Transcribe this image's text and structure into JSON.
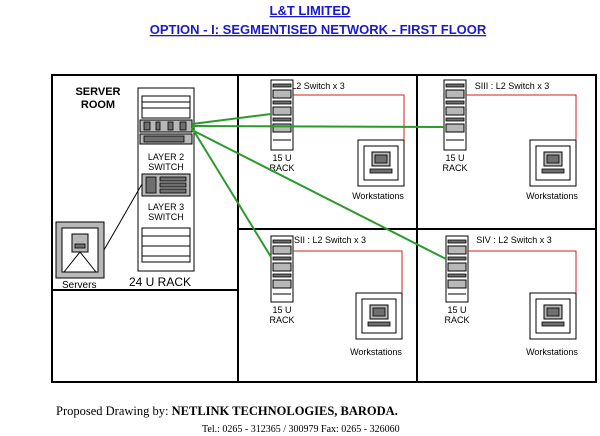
{
  "header": {
    "company": "L&T LIMITED",
    "option_title": "OPTION - I: SEGMENTISED  NETWORK  -  FIRST FLOOR"
  },
  "server_room": {
    "title_line1": "SERVER",
    "title_line2": "ROOM",
    "layer2_line1": "LAYER 2",
    "layer2_line2": "SWITCH",
    "layer3_line1": "LAYER 3",
    "layer3_line2": "SWITCH",
    "rack_label": "24 U RACK",
    "servers_label": "Servers"
  },
  "zones": [
    {
      "switch_label": "SI : L2 Switch x 3",
      "rack_line1": "15 U",
      "rack_line2": "RACK",
      "workstations": "Workstations"
    },
    {
      "switch_label": "SIII : L2 Switch x 3",
      "rack_line1": "15 U",
      "rack_line2": "RACK",
      "workstations": "Workstations"
    },
    {
      "switch_label": "SII : L2 Switch x 3",
      "rack_line1": "15 U",
      "rack_line2": "RACK",
      "workstations": "Workstations"
    },
    {
      "switch_label": "SIV : L2 Switch x 3",
      "rack_line1": "15 U",
      "rack_line2": "RACK",
      "workstations": "Workstations"
    }
  ],
  "footer": {
    "proposed_prefix": "Proposed Drawing by: ",
    "company": "NETLINK TECHNOLOGIES, BARODA.",
    "contact": "Tel.: 0265 - 312365 / 300979  Fax: 0265 - 326060"
  }
}
